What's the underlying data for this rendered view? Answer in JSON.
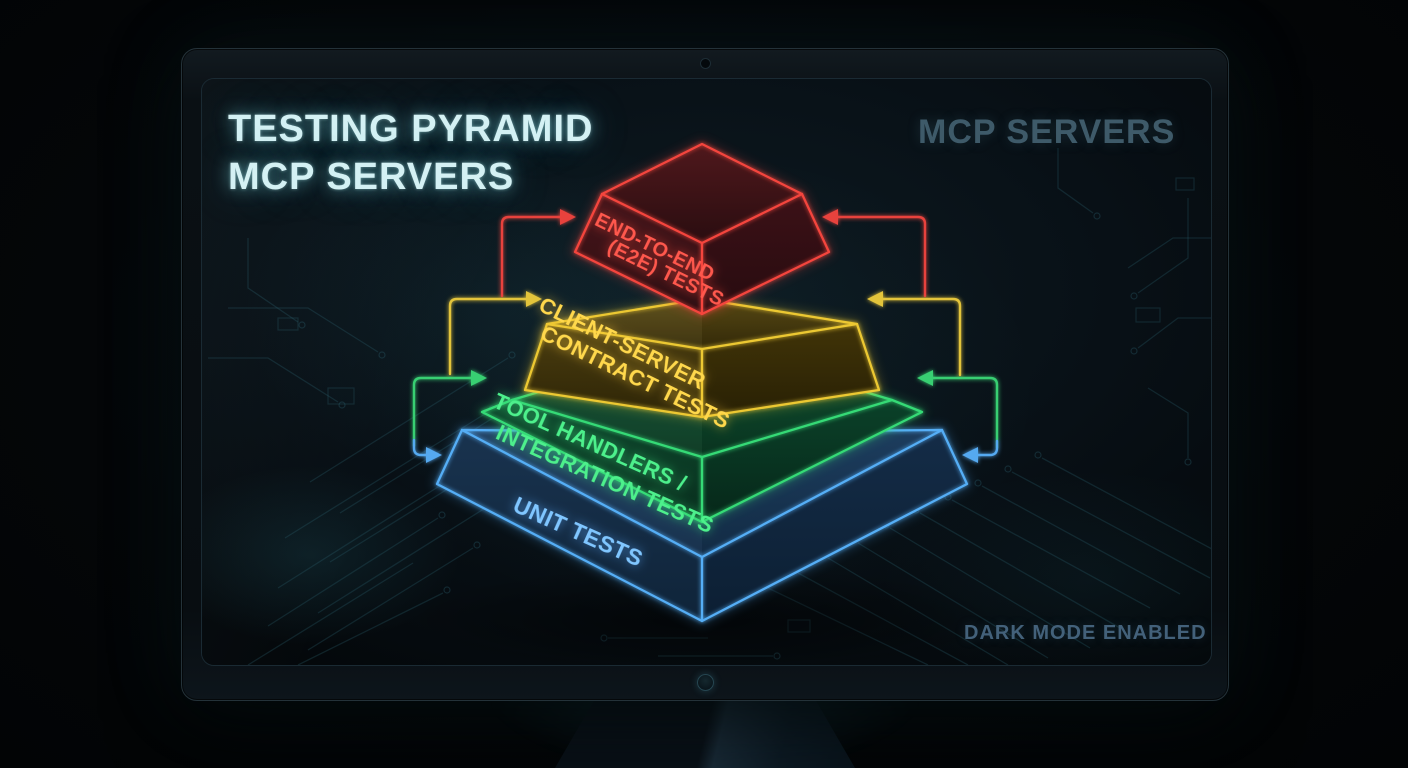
{
  "screen": {
    "title": {
      "line1": "TESTING PYRAMID",
      "line2": "MCP SERVERS"
    },
    "watermark": "MCP SERVERS",
    "status": "DARK MODE ENABLED"
  },
  "pyramid": {
    "levels": [
      {
        "id": "e2e",
        "line1": "END-TO-END",
        "line2": "(E2E) TESTS",
        "color": "#f0433c"
      },
      {
        "id": "contract",
        "line1": "CLIENT-SERVER",
        "line2": "CONTRACT TESTS",
        "color": "#e8c733"
      },
      {
        "id": "integration",
        "line1": "TOOL HANDLERS /",
        "line2": "INTEGRATION TESTS",
        "color": "#30d573"
      },
      {
        "id": "unit",
        "line1": "UNIT TESTS",
        "line2": "",
        "color": "#4fa9f4"
      }
    ]
  },
  "colors": {
    "title": "#d4f1f4",
    "watermark": "#3e5a69",
    "status": "#43617a",
    "board_trace": "#2a5f6c"
  }
}
